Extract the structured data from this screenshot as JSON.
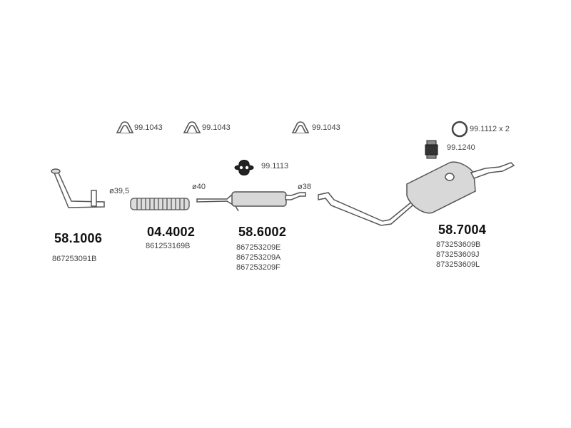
{
  "hardware": {
    "clamp_1": "99.1043",
    "clamp_2": "99.1043",
    "clamp_3": "99.1043",
    "ring": "99.1112 x 2",
    "mount_block": "99.1240",
    "hanger": "99.1113"
  },
  "diameters": {
    "d1": "ø39,5",
    "d2": "ø40",
    "d3": "ø38"
  },
  "parts": [
    {
      "number": "58.1006",
      "oem": [
        "867253091B"
      ]
    },
    {
      "number": "04.4002",
      "oem": [
        "861253169B"
      ]
    },
    {
      "number": "58.6002",
      "oem": [
        "867253209E",
        "867253209A",
        "867253209F"
      ]
    },
    {
      "number": "58.7004",
      "oem": [
        "873253609B",
        "873253609J",
        "873253609L"
      ]
    }
  ],
  "colors": {
    "line": "#555555",
    "fill": "#d8d8d8",
    "text_bold": "#111111"
  },
  "icons": [
    "u-clamp-icon",
    "ring-icon",
    "rubber-mount-icon",
    "hanger-icon"
  ]
}
